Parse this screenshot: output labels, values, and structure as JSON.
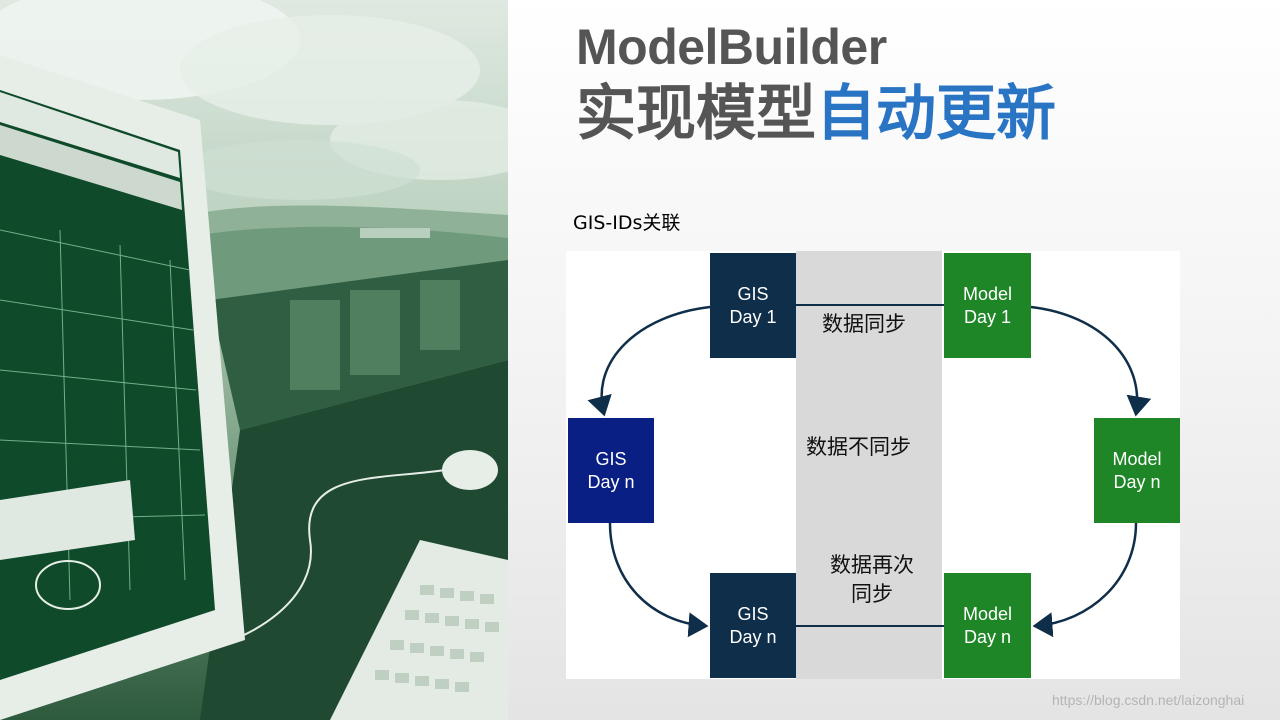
{
  "title": {
    "line1": "ModelBuilder",
    "line2_gray": "实现模型",
    "line2_blue": "自动更新"
  },
  "caption": "GIS-IDs关联",
  "diagram": {
    "nodes": {
      "gis_day1": {
        "line1": "GIS",
        "line2": "Day 1"
      },
      "model_day1": {
        "line1": "Model",
        "line2": "Day 1"
      },
      "gis_dayn_left": {
        "line1": "GIS",
        "line2": "Day n"
      },
      "model_dayn_right": {
        "line1": "Model",
        "line2": "Day n"
      },
      "gis_dayn_bottom": {
        "line1": "GIS",
        "line2": "Day n"
      },
      "model_dayn_bottom": {
        "line1": "Model",
        "line2": "Day n"
      }
    },
    "labels": {
      "sync": "数据同步",
      "not_sync": "数据不同步",
      "resync_line1": "数据再次",
      "resync_line2": "同步"
    }
  },
  "watermark": "https://blog.csdn.net/laizonghai",
  "colors": {
    "title_gray": "#555555",
    "title_blue": "#2a74c4",
    "gis_dark": "#0f2e4a",
    "gis_navy": "#0a1f84",
    "model_green": "#1f8628",
    "arrow": "#0f2e4a",
    "center_band": "#d9d9d9"
  },
  "illustration": {
    "description_icon": "computer-monitor-landscape-illustration"
  }
}
